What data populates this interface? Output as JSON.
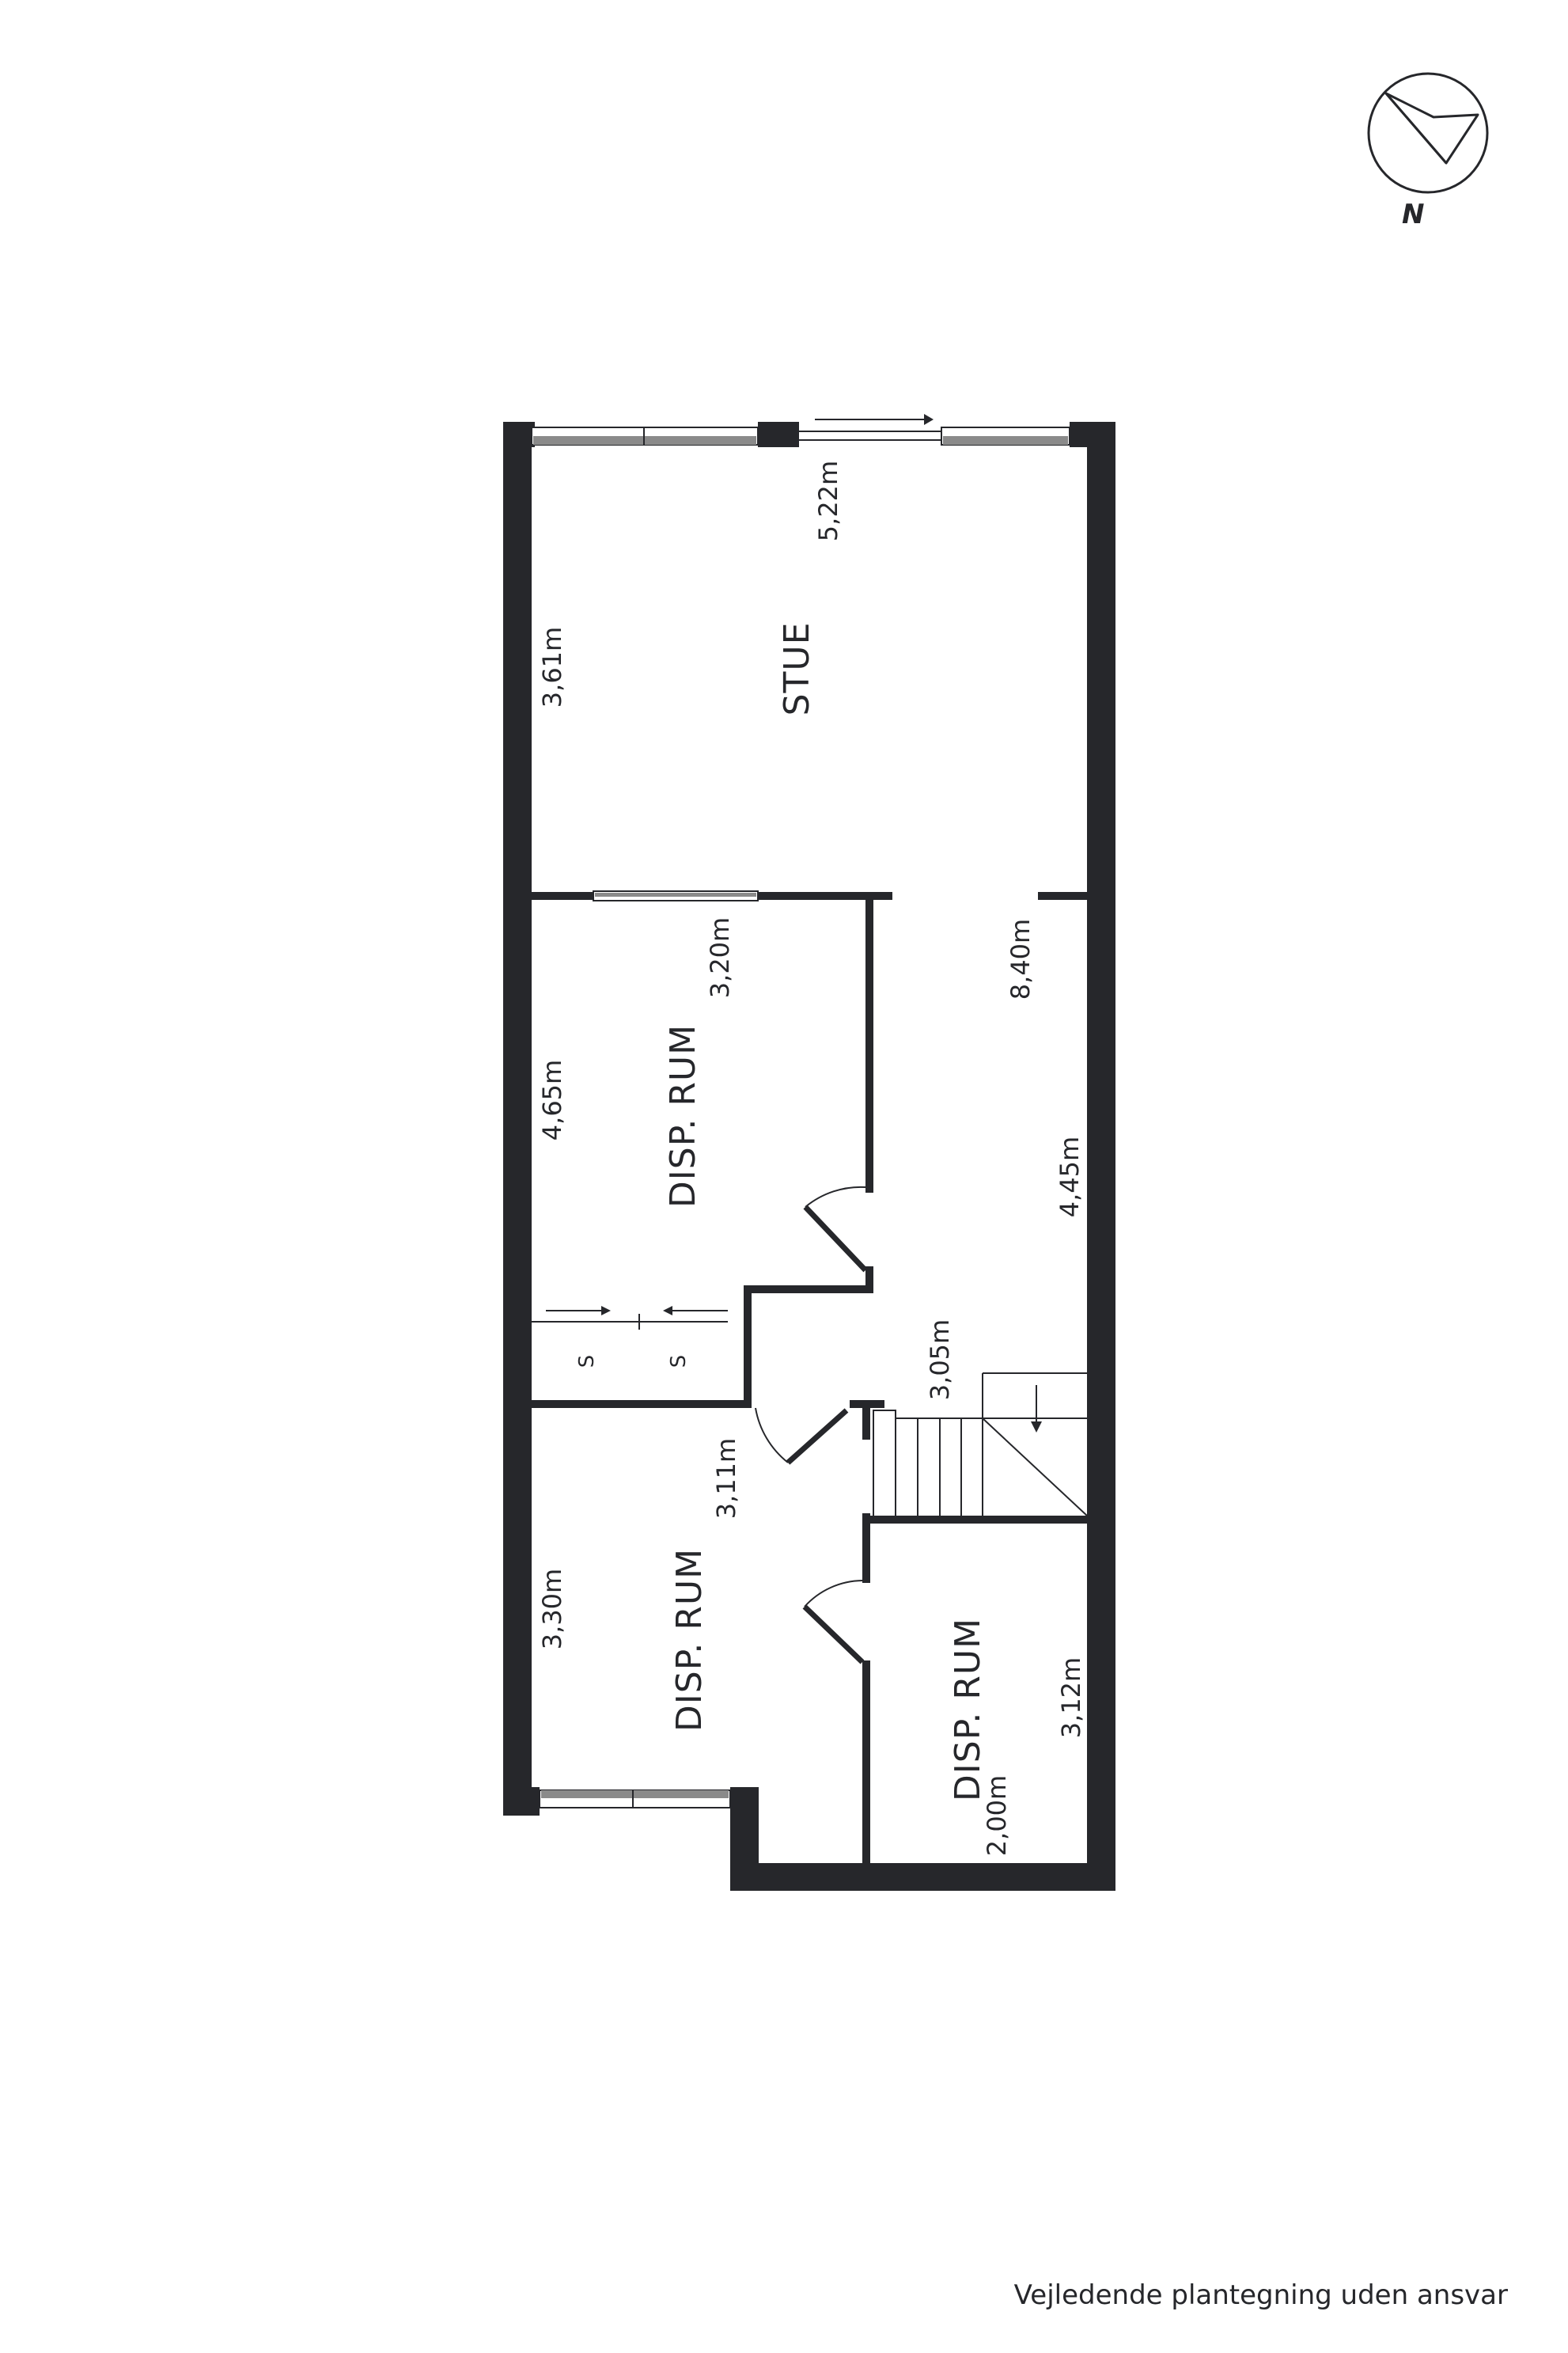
{
  "rooms": {
    "stue": "STUE",
    "disp_rum_1": "DISP. RUM",
    "disp_rum_2": "DISP. RUM",
    "disp_rum_3": "DISP. RUM"
  },
  "dimensions": {
    "stue_width": "5,22m",
    "stue_depth": "3,61m",
    "disp1_width": "3,20m",
    "disp1_depth": "4,65m",
    "hall_length": "8,40m",
    "hall_lower": "4,45m",
    "stair_width": "3,05m",
    "disp2_width": "3,11m",
    "disp2_depth": "3,30m",
    "disp3_depth": "3,12m",
    "disp3_width": "2,00m"
  },
  "closet": {
    "left": "S",
    "right": "S"
  },
  "compass": {
    "label": "N"
  },
  "disclaimer": "Vejledende plantegning uden ansvar",
  "colors": {
    "wall": "#26272b",
    "glass": "#8a8a8a",
    "background": "#ffffff"
  }
}
